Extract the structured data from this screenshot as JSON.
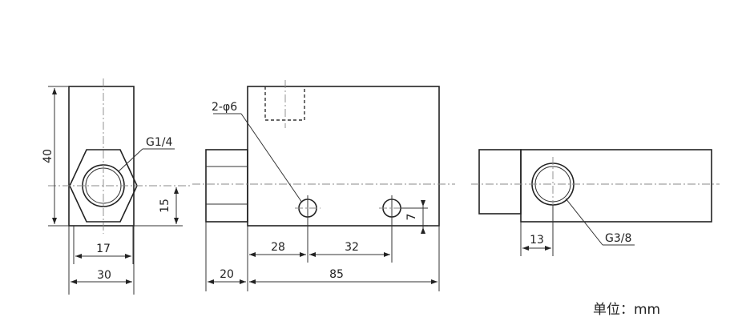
{
  "units_label": "单位：mm",
  "side_view": {
    "dims": {
      "height": "40",
      "port_height": "15",
      "hex_width": "17",
      "width": "30"
    },
    "port_label": "G1/4"
  },
  "front_view": {
    "dims": {
      "hole_x1": "28",
      "hole_pitch": "32",
      "hole_y": "7",
      "boss": "20",
      "length": "85"
    },
    "hole_label": "2-φ6"
  },
  "end_view": {
    "dims": {
      "port_offset": "13"
    },
    "port_label": "G3/8"
  }
}
